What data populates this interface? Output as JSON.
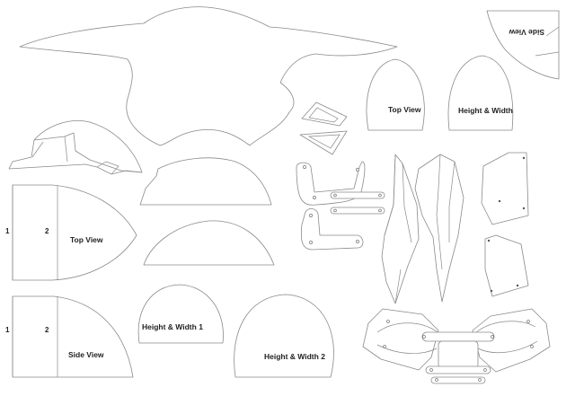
{
  "labels": {
    "top_view_small": "Top View",
    "height_width_small": "Height & Width",
    "side_view_rotated": "Side View",
    "top_view_large": "Top View",
    "side_view_large": "Side View",
    "height_width_1": "Height & Width 1",
    "height_width_2": "Height & Width 2",
    "top_view_num_1": "1",
    "top_view_num_2": "2",
    "side_view_num_1": "1",
    "side_view_num_2": "2"
  },
  "colors": {
    "outline": "#8a8a8a",
    "text": "#222222",
    "background": "#ffffff"
  }
}
